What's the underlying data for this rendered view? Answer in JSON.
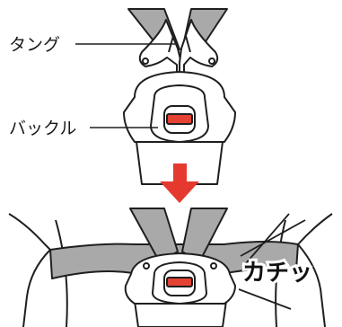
{
  "labels": {
    "tongue": "タング",
    "buckle": "バックル",
    "click_sound": "カチッ"
  },
  "colors": {
    "strap": "#a9a9a9",
    "line": "#1f1f1f",
    "arrow": "#e5392f",
    "button": "#e34234",
    "background": "#ffffff"
  },
  "icons": {
    "arrow": "down-arrow-icon"
  }
}
